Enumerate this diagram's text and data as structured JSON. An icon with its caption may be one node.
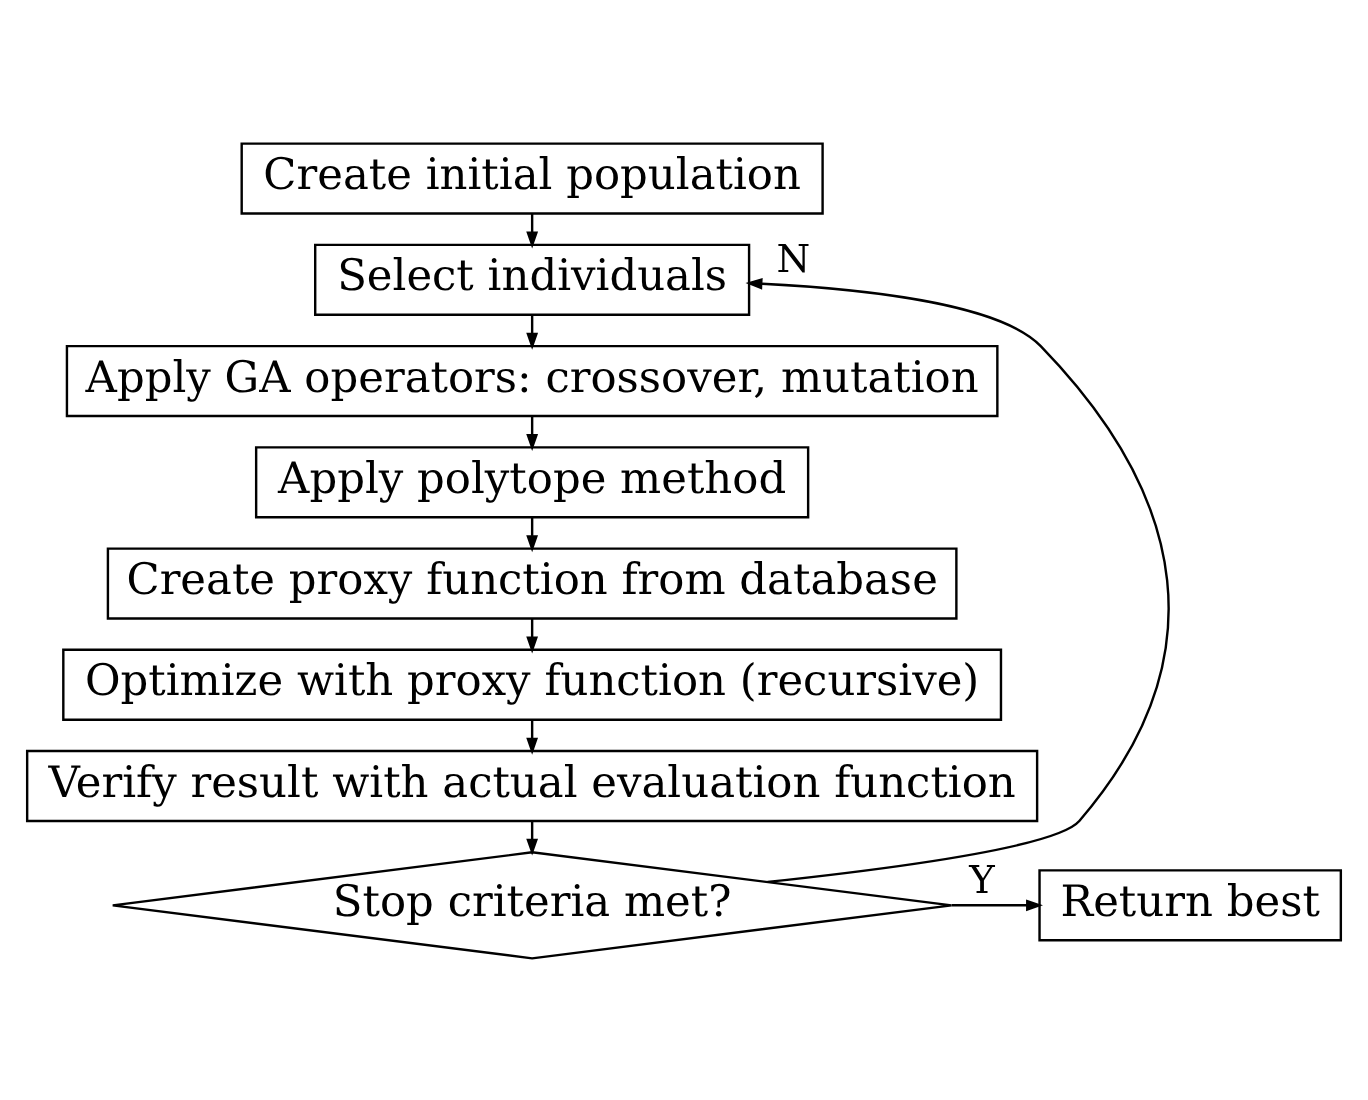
{
  "diagram": {
    "nodes": [
      {
        "text": [
          "Create initial population"
        ]
      },
      {
        "text": [
          "Select individuals"
        ]
      },
      {
        "text": [
          "Apply GA operators: crossover, mutation"
        ]
      },
      {
        "text": [
          "Apply polytope method"
        ]
      },
      {
        "text": [
          "Create proxy function from database"
        ]
      },
      {
        "text": [
          "Optimize with proxy function (recursive)"
        ]
      },
      {
        "text": [
          "Verify result with actual evaluation function"
        ]
      },
      {
        "text": [
          "Stop criteria met?"
        ]
      },
      {
        "text": [
          "Return best"
        ]
      }
    ],
    "edges": [
      {
        "from": 0,
        "to": 1,
        "arrow": "to"
      },
      {
        "from": 1,
        "to": 2,
        "arrow": "to"
      },
      {
        "from": 2,
        "to": 3,
        "arrow": "to"
      },
      {
        "from": 3,
        "to": 4,
        "arrow": "to"
      },
      {
        "from": 4,
        "to": 5,
        "arrow": "to"
      },
      {
        "from": 5,
        "to": 6,
        "arrow": "to"
      },
      {
        "from": 6,
        "to": 7,
        "arrow": "to"
      },
      {
        "from": 7,
        "to": 8,
        "label": "Y",
        "arrow": "to"
      },
      {
        "from": 7,
        "to": 1,
        "label": "N",
        "arrow": "to"
      }
    ]
  }
}
